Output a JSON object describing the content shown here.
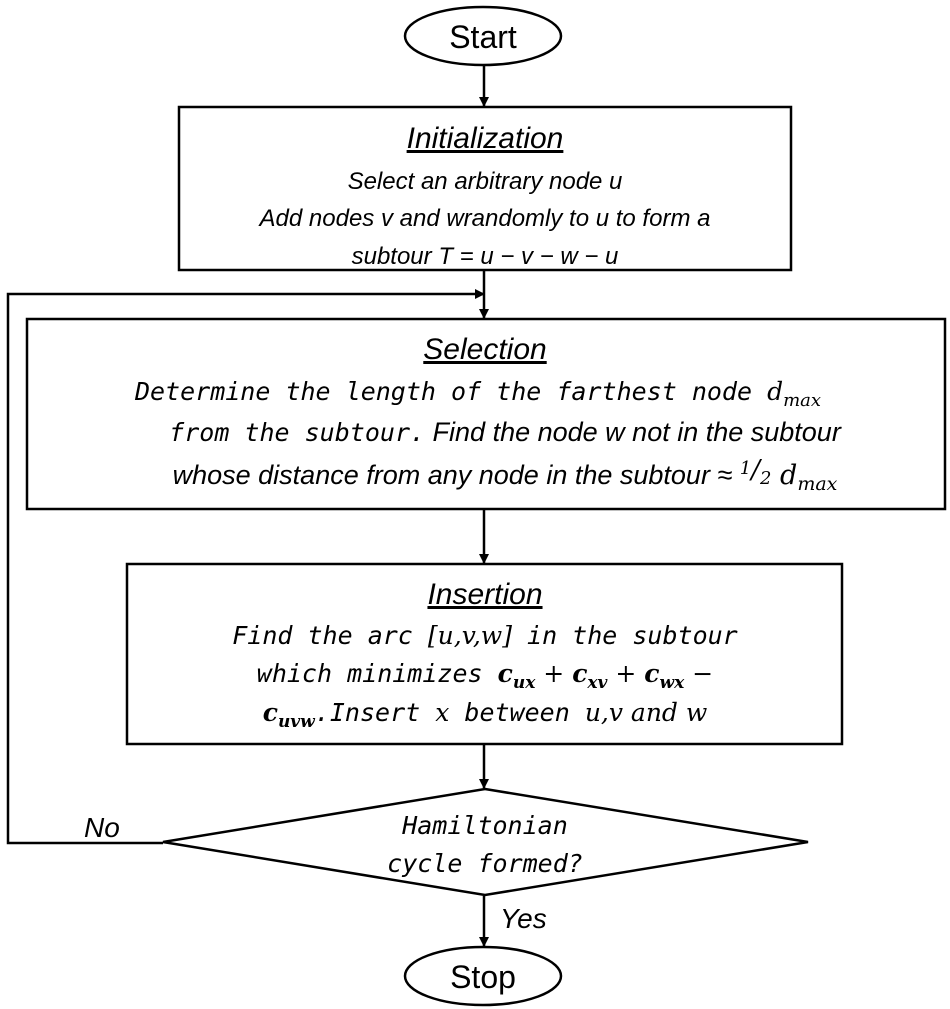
{
  "start": {
    "label": "Start"
  },
  "stop": {
    "label": "Stop"
  },
  "initialization": {
    "title": "Initialization",
    "line1": "Select an arbitrary node  u",
    "line2": "Add nodes v and wrandomly to u  to form a",
    "line3": "subtour  T  = u − v − w − u"
  },
  "selection": {
    "title": "Selection",
    "line1_text": "Determine the length of the farthest node ",
    "line1_sym": "d",
    "line1_sub": "max",
    "line2a": "from the subtour.",
    "line2b": " Find the node w not in the subtour",
    "line3_text": "whose distance from any node in the subtour ≈ ",
    "line3_num": "1",
    "line3_den": "2",
    "line3_sym": "d",
    "line3_sub": "max"
  },
  "insertion": {
    "title": "Insertion",
    "line1a": "Find the arc ",
    "line1b": "[u,v,w]",
    "line1c": " in the subtour",
    "line2a": "which minimizes ",
    "c1": "c",
    "c1_sub": "ux",
    "plus1": " + ",
    "c2": "c",
    "c2_sub": "xv",
    "plus2": " + ",
    "c3": "c",
    "c3_sub": "wx",
    "minus": " −",
    "c4": "c",
    "c4_sub": "uvw",
    "line3a": ".Insert ",
    "line3b": "x",
    "line3c": " between ",
    "line3d": "u,v and w"
  },
  "decision": {
    "line1": "Hamiltonian",
    "line2": "cycle formed?",
    "no_label": "No",
    "yes_label": "Yes"
  }
}
